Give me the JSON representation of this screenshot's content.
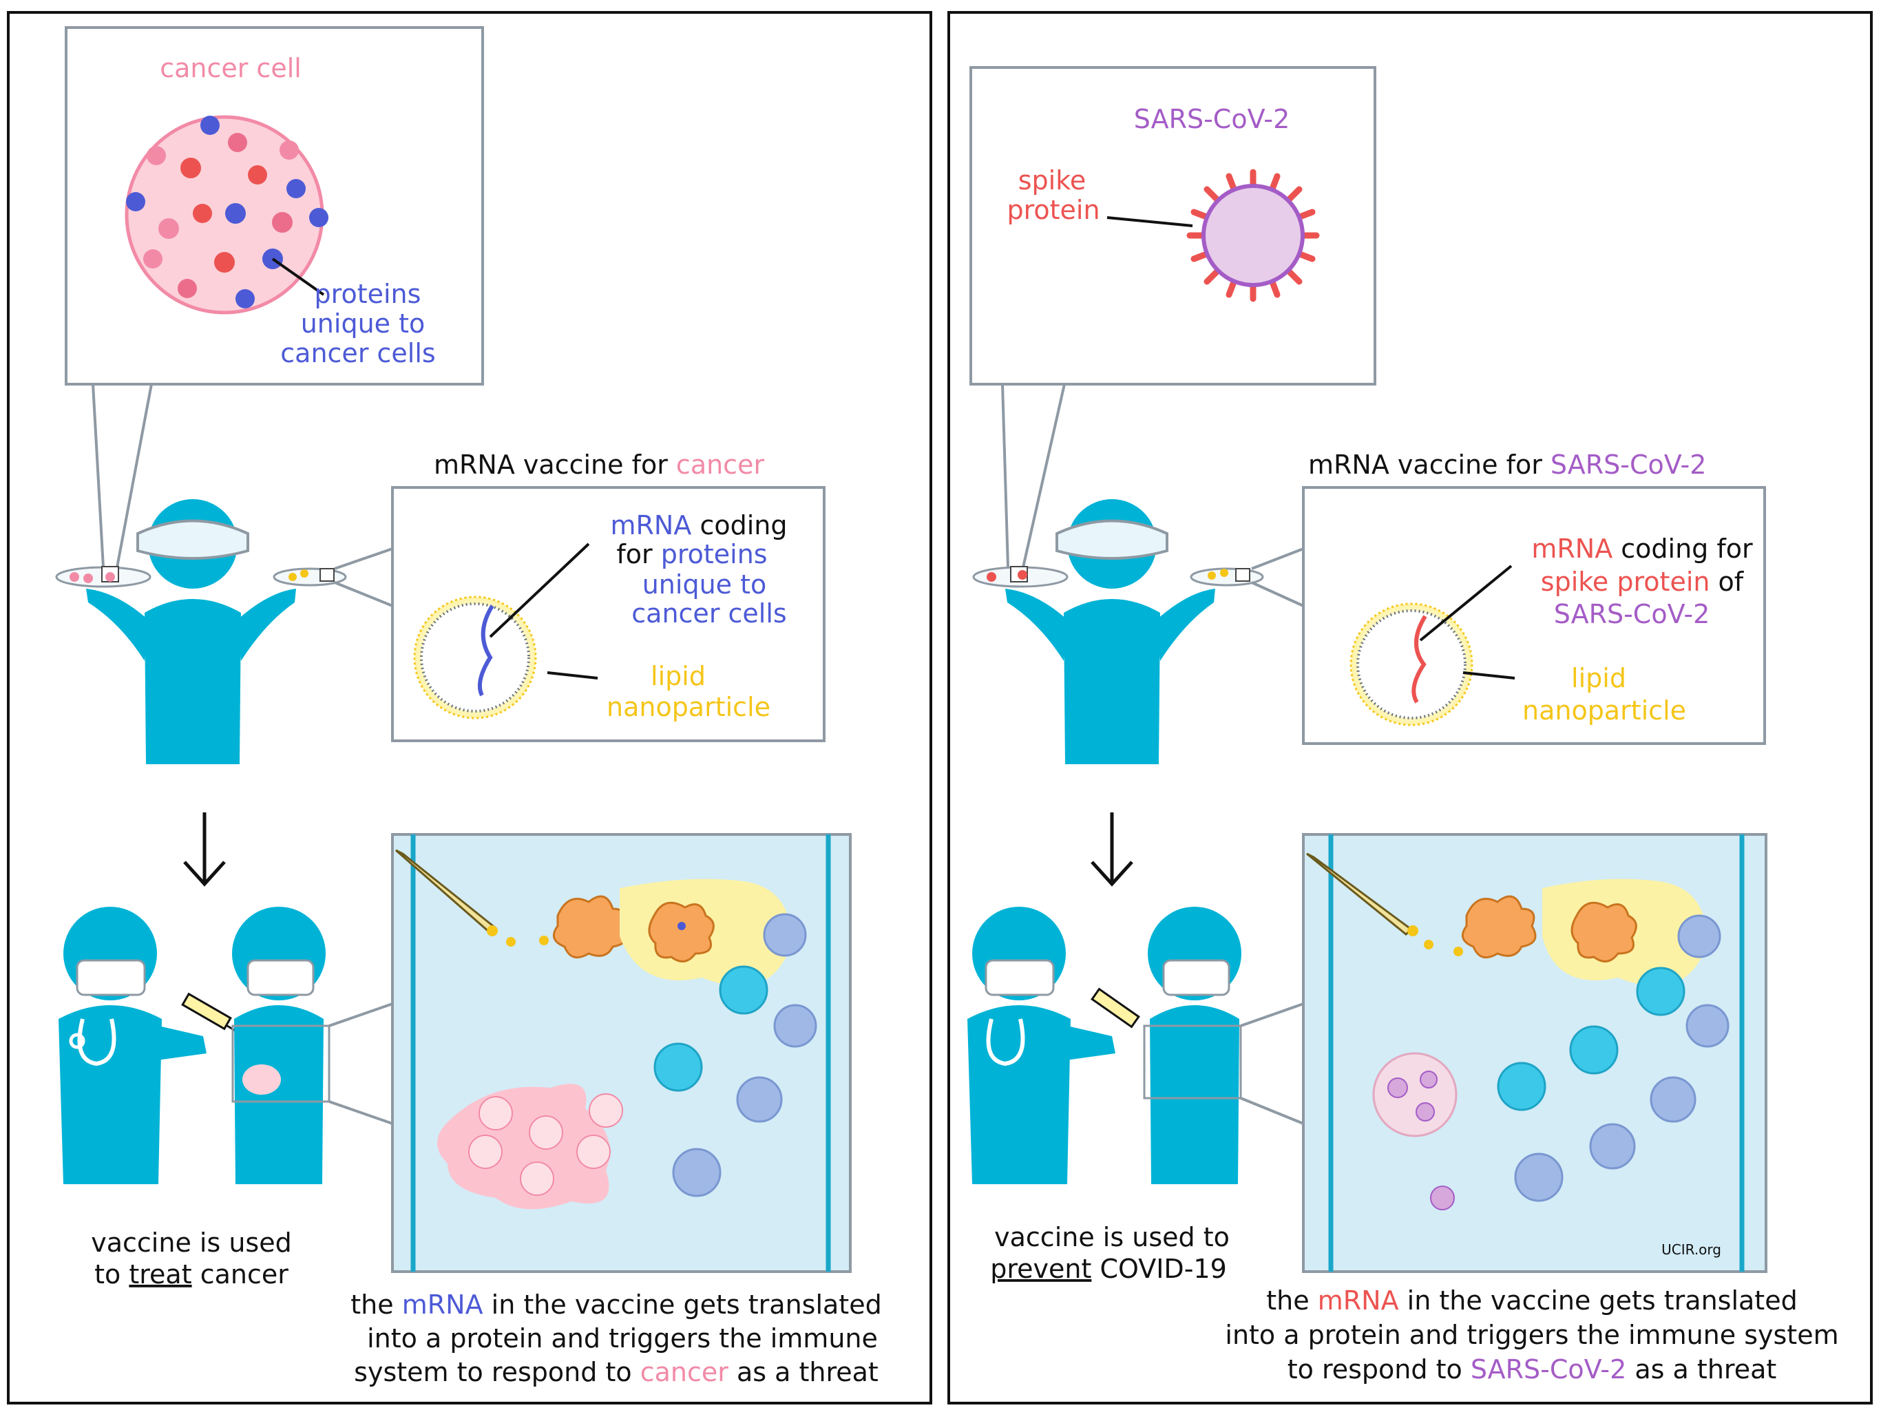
{
  "left": {
    "inset_title": "cancer cell",
    "inset_label": [
      "proteins",
      "unique to",
      "cancer cells"
    ],
    "vaccine_title_prefix": "mRNA vaccine for ",
    "vaccine_title_target": "cancer",
    "mrna_word": "mRNA",
    "mrna_line1_rest": " coding",
    "mrna_line2_prefix": "for ",
    "mrna_line2_target": "proteins",
    "mrna_line3": "unique to",
    "mrna_line4": "cancer cells",
    "lipid_label": [
      "lipid",
      "nanoparticle"
    ],
    "use_caption": {
      "line1": "vaccine is used",
      "line2_prefix": "to ",
      "line2_emph": "treat",
      "line2_suffix": " cancer"
    },
    "bottom_caption": {
      "line1_prefix": "the ",
      "line1_mrna": "mRNA",
      "line1_suffix": " in the vaccine gets translated",
      "line2": "into a protein and triggers the immune",
      "line3_prefix": "system to respond to ",
      "line3_target": "cancer",
      "line3_suffix": " as a threat"
    }
  },
  "right": {
    "inset_title": "SARS-CoV-2",
    "spike_label": [
      "spike",
      "protein"
    ],
    "vaccine_title_prefix": "mRNA vaccine for ",
    "vaccine_title_target": "SARS-CoV-2",
    "mrna_word": "mRNA",
    "mrna_line1_rest": " coding for",
    "mrna_line2_target": "spike protein",
    "mrna_line2_suffix": " of",
    "mrna_line3": "SARS-CoV-2",
    "lipid_label": [
      "lipid",
      "nanoparticle"
    ],
    "use_caption": {
      "line1": "vaccine is used to",
      "line2_emph": "prevent",
      "line2_suffix": " COVID-19"
    },
    "bottom_caption": {
      "line1_prefix": "the ",
      "line1_mrna": "mRNA",
      "line1_suffix": " in the vaccine gets translated",
      "line2": "into a protein and triggers the immune system",
      "line3_prefix": "to respond to ",
      "line3_target": "SARS-CoV-2",
      "line3_suffix": " as a threat"
    },
    "watermark": "UCIR.org"
  },
  "colors": {
    "person": "#00b3d6",
    "cancer_pink": "#f28aa6",
    "mrna_blue": "#4c5ad6",
    "lipid_yellow": "#f5c518",
    "virus_purple": "#a45cc6",
    "spike_red": "#ec5350",
    "panel_blue": "#d3ecf6"
  }
}
